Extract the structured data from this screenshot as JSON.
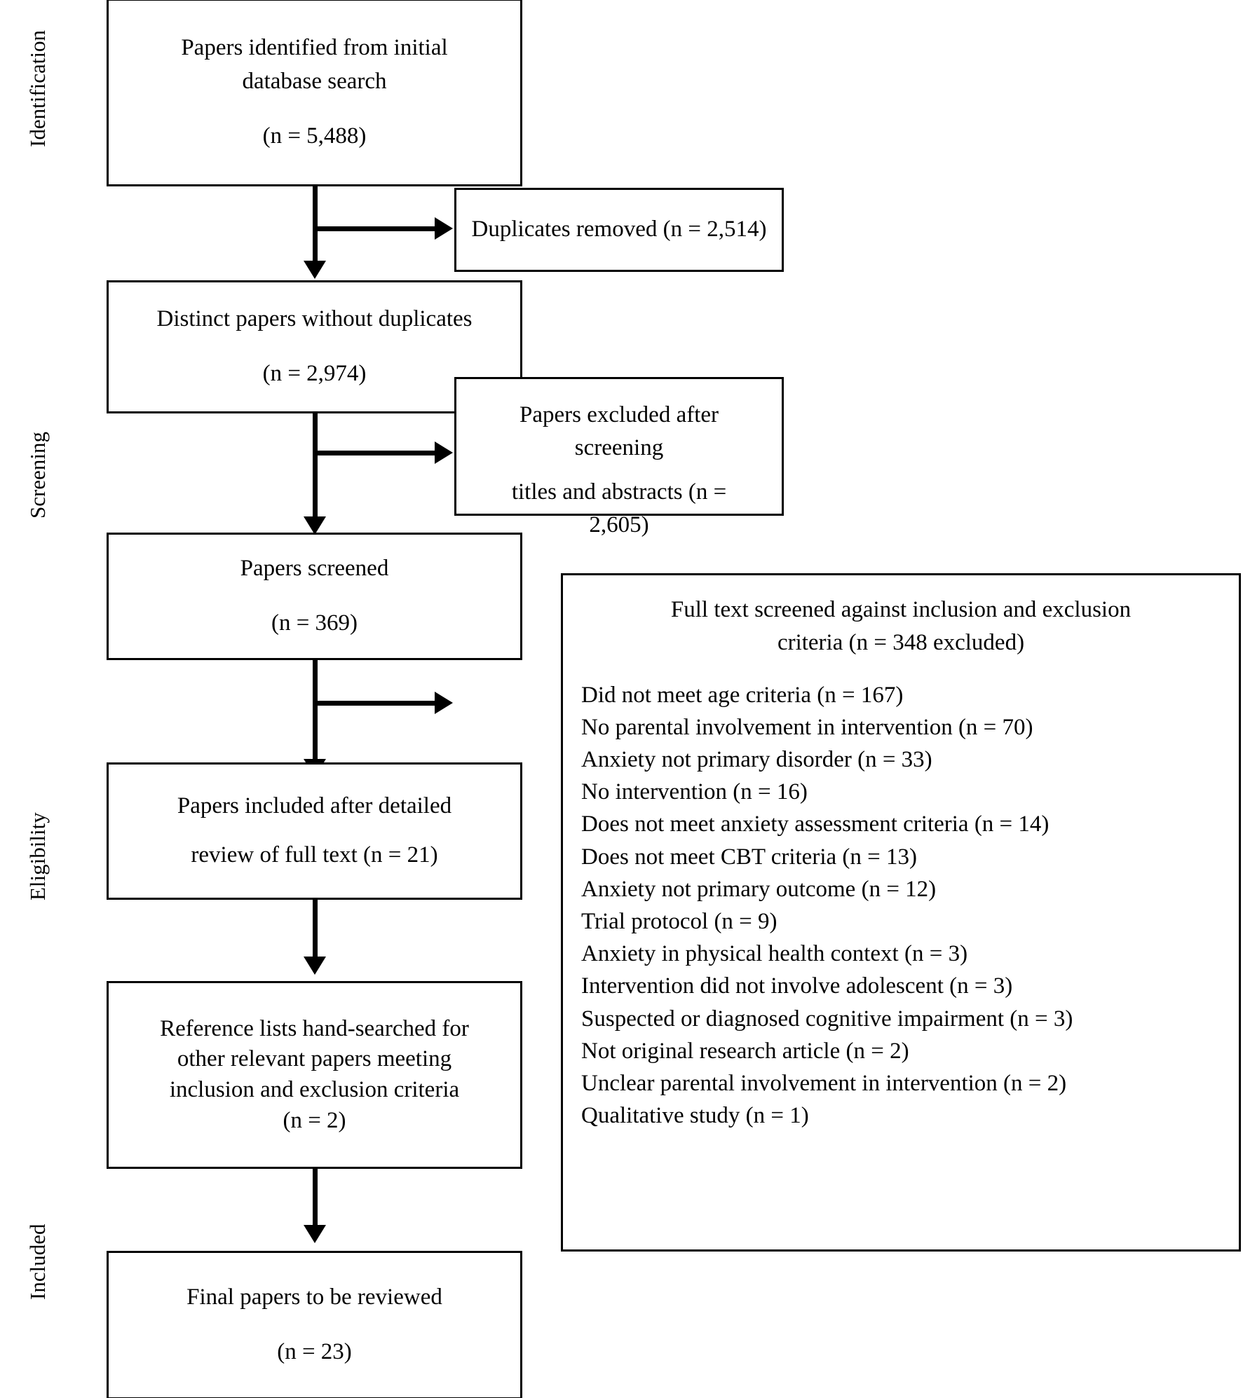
{
  "diagram": {
    "type": "prisma-flow-diagram",
    "stage_labels": [
      {
        "id": "identification",
        "text": "Identification"
      },
      {
        "id": "screening",
        "text": "Screening"
      },
      {
        "id": "eligibility",
        "text": "Eligibility"
      },
      {
        "id": "included",
        "text": "Included"
      }
    ],
    "main_boxes": [
      {
        "id": "identified",
        "lines": [
          "Papers identified from initial",
          "database search"
        ],
        "count_line": "(n = 5,488)"
      },
      {
        "id": "distinct",
        "lines": [
          "Distinct papers without duplicates"
        ],
        "count_line": "(n = 2,974)"
      },
      {
        "id": "screened",
        "lines": [
          "Papers screened"
        ],
        "count_line": "(n = 369)"
      },
      {
        "id": "included-after-review",
        "lines": [
          "Papers included after detailed",
          "review of full text (n = 21)"
        ],
        "count_line": ""
      },
      {
        "id": "hand-searched",
        "lines": [
          "Reference lists hand-searched for",
          "other relevant papers meeting",
          "inclusion and exclusion criteria",
          "(n = 2)"
        ],
        "count_line": ""
      },
      {
        "id": "final",
        "lines": [
          "Final papers to be reviewed"
        ],
        "count_line": "(n = 23)"
      }
    ],
    "side_boxes": [
      {
        "id": "duplicates-removed",
        "lines": [
          "Duplicates removed (n = 2,514)"
        ]
      },
      {
        "id": "excluded-screening",
        "lines": [
          "Papers excluded after screening",
          "titles and abstracts (n = 2,605)"
        ]
      }
    ],
    "exclusion_panel": {
      "id": "full-text-exclusions",
      "heading": [
        "Full text screened against inclusion and exclusion",
        "criteria (n = 348 excluded)"
      ],
      "items": [
        "Did not meet age criteria (n = 167)",
        "No parental involvement in intervention (n = 70)",
        "Anxiety not primary disorder (n = 33)",
        "No intervention (n = 16)",
        "Does not meet anxiety assessment criteria (n = 14)",
        "Does not meet CBT criteria (n = 13)",
        "Anxiety not primary outcome (n = 12)",
        "Trial protocol (n = 9)",
        "Anxiety in physical health context (n = 3)",
        "Intervention did not involve adolescent (n = 3)",
        "Suspected or diagnosed cognitive impairment (n = 3)",
        "Not original research article (n = 2)",
        "Unclear parental involvement in intervention (n = 2)",
        "Qualitative study (n = 1)"
      ]
    },
    "colors": {
      "stroke": "#000000",
      "background": "#ffffff",
      "text": "#000000"
    }
  }
}
